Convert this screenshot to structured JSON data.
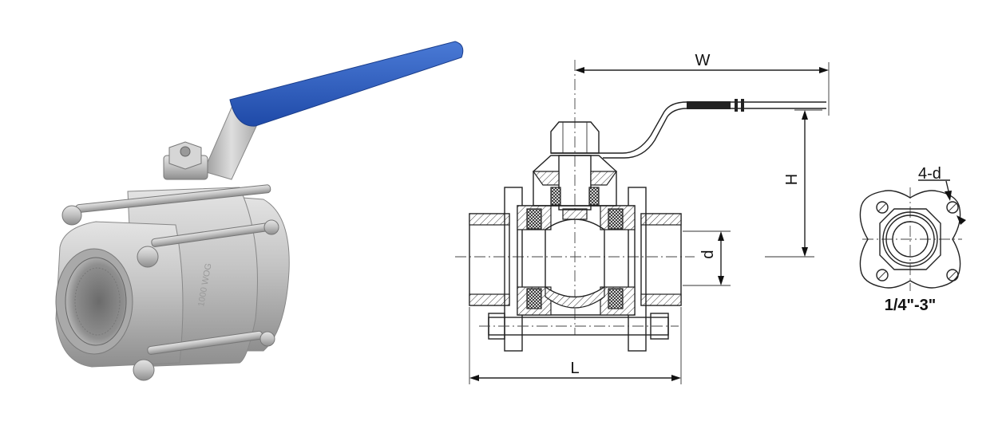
{
  "product_photo": {
    "body_marking": "1000 WOG",
    "handle_color": "#2f5fbf",
    "body_color": "#b9b9b9"
  },
  "drawing": {
    "dim_w": "W",
    "dim_h": "H",
    "dim_d": "d",
    "dim_l": "L",
    "holes_label": "4-d",
    "size_range": "1/4\"-3\""
  }
}
